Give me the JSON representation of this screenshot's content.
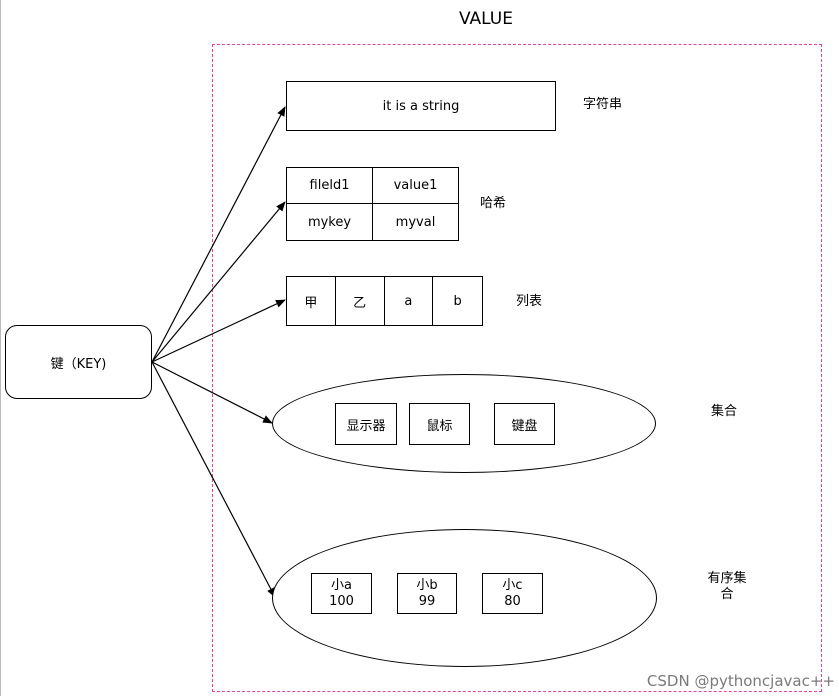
{
  "title": "VALUE",
  "key_label": "键（KEY)",
  "string": {
    "value": "it is a string",
    "label": "字符串"
  },
  "hash": {
    "rows": [
      [
        "fileld1",
        "value1"
      ],
      [
        "mykey",
        "myval"
      ]
    ],
    "label": "哈希"
  },
  "list": {
    "items": [
      "甲",
      "乙",
      "a",
      "b"
    ],
    "label": "列表"
  },
  "set": {
    "members": [
      "显示器",
      "鼠标",
      "键盘"
    ],
    "label": "集合"
  },
  "zset": {
    "members": [
      {
        "name": "小a",
        "score": "100"
      },
      {
        "name": "小b",
        "score": "99"
      },
      {
        "name": "小c",
        "score": "80"
      }
    ],
    "label_line1": "有序集",
    "label_line2": "合"
  },
  "watermark": "CSDN @pythoncjavac++",
  "colors": {
    "container_border": "#e0439b",
    "line": "#000000"
  }
}
